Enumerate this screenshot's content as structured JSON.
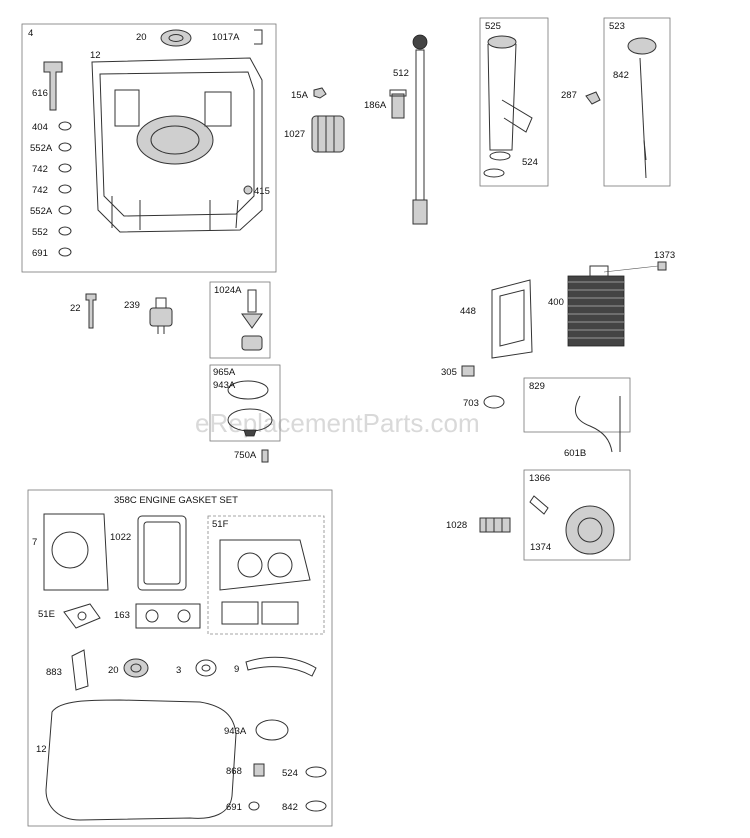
{
  "watermark": "eReplacementParts.com",
  "gasket_set_title": "358C ENGINE GASKET SET",
  "labels": {
    "l4": "4",
    "l20a": "20",
    "l1017a": "1017A",
    "l12a": "12",
    "l616": "616",
    "l404": "404",
    "l552a_1": "552A",
    "l742_1": "742",
    "l742_2": "742",
    "l552a_2": "552A",
    "l552": "552",
    "l691a": "691",
    "l415": "415",
    "l15a": "15A",
    "l186a": "186A",
    "l1027": "1027",
    "l512": "512",
    "l525": "525",
    "l524a": "524",
    "l287": "287",
    "l523": "523",
    "l842a": "842",
    "l22": "22",
    "l239": "239",
    "l1024a": "1024A",
    "l965a": "965A",
    "l943a_1": "943A",
    "l750a": "750A",
    "l1373": "1373",
    "l448": "448",
    "l400": "400",
    "l305": "305",
    "l703": "703",
    "l829": "829",
    "l601b": "601B",
    "l1366": "1366",
    "l1028": "1028",
    "l1374": "1374",
    "l7": "7",
    "l1022": "1022",
    "l51f": "51F",
    "l51e": "51E",
    "l163": "163",
    "l883": "883",
    "l20b": "20",
    "l3": "3",
    "l9": "9",
    "l12b": "12",
    "l943a_2": "943A",
    "l868": "868",
    "l524b": "524",
    "l691b": "691",
    "l842b": "842"
  }
}
